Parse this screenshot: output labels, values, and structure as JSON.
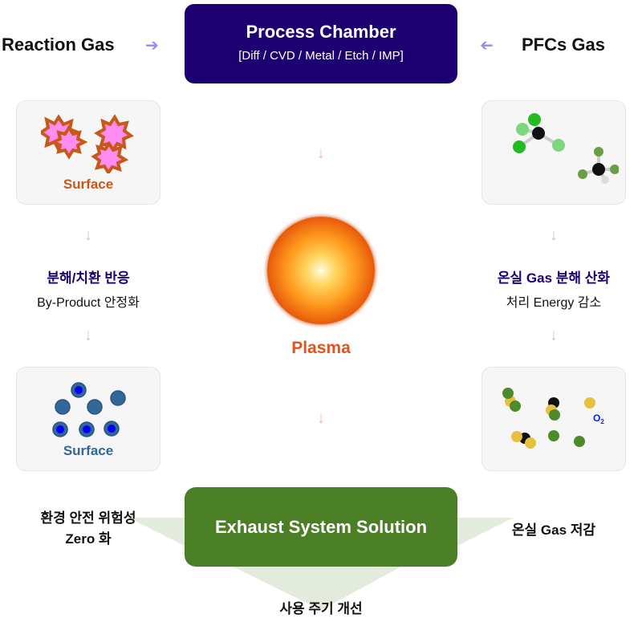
{
  "header": {
    "left_label": "Reaction Gas",
    "right_label": "PFCs Gas",
    "chamber_title": "Process Chamber",
    "chamber_subtitle": "[Diff / CVD / Metal / Etch / IMP]"
  },
  "left": {
    "top_card_label": "Surface",
    "step_title": "분해/치환 반응",
    "step_desc": "By-Product 안정화",
    "bottom_card_label": "Surface"
  },
  "right": {
    "step_title": "온실 Gas 분해 산화",
    "step_desc": "처리 Energy 감소",
    "o2_label": "O",
    "o2_sub": "2"
  },
  "center": {
    "plasma_label": "Plasma"
  },
  "footer": {
    "solution_label": "Exhaust System Solution",
    "left_benefit_line1": "환경 안전 위험성",
    "left_benefit_line2": "Zero 화",
    "right_benefit": "온실 Gas 저감",
    "bottom_benefit": "사용 주기 개선"
  },
  "colors": {
    "chamber": "#1c0070",
    "solution": "#4a7f25",
    "plasma": "#e0551b",
    "surface_orange": "#c8581a",
    "surface_blue": "#336699"
  }
}
